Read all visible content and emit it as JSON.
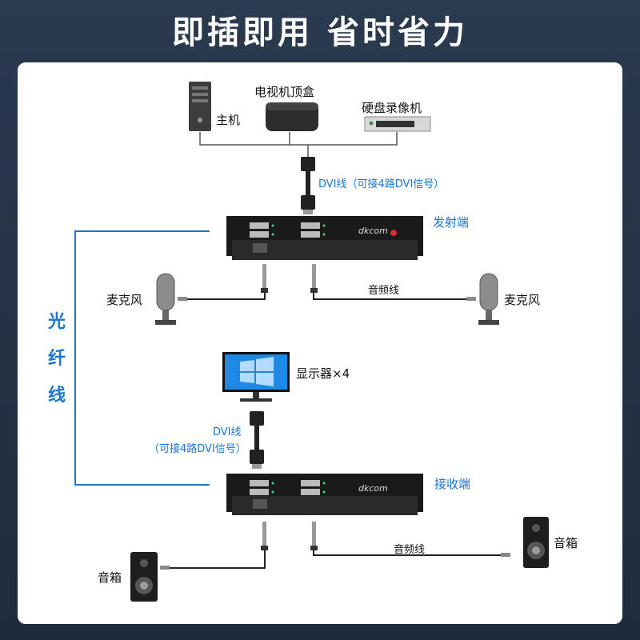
{
  "header": {
    "title": "即插即用 省时省力"
  },
  "sources": {
    "pc_label": "主机",
    "stb_label": "电视机顶盒",
    "nvr_label": "硬盘录像机"
  },
  "transmitter": {
    "cable_label": "DVI线（可接4路DVI信号）",
    "end_label": "发射端",
    "brand": "dkcom"
  },
  "mic_left": {
    "label": "麦克风"
  },
  "mic_right": {
    "label": "麦克风"
  },
  "audio_cable_top": {
    "label": "音频线"
  },
  "fiber": {
    "chars": [
      "光",
      "纤",
      "线"
    ]
  },
  "display": {
    "label": "显示器×4"
  },
  "receiver": {
    "cable_label_line1": "DVI线",
    "cable_label_line2": "（可接4路DVI信号）",
    "end_label": "接收端",
    "brand": "dkcom"
  },
  "speaker_left": {
    "label": "音箱"
  },
  "speaker_right": {
    "label": "音箱"
  },
  "audio_cable_bottom": {
    "label": "音频线"
  },
  "colors": {
    "accent": "#1976d2",
    "background": "#22303f",
    "device": "#1a1a1a"
  }
}
